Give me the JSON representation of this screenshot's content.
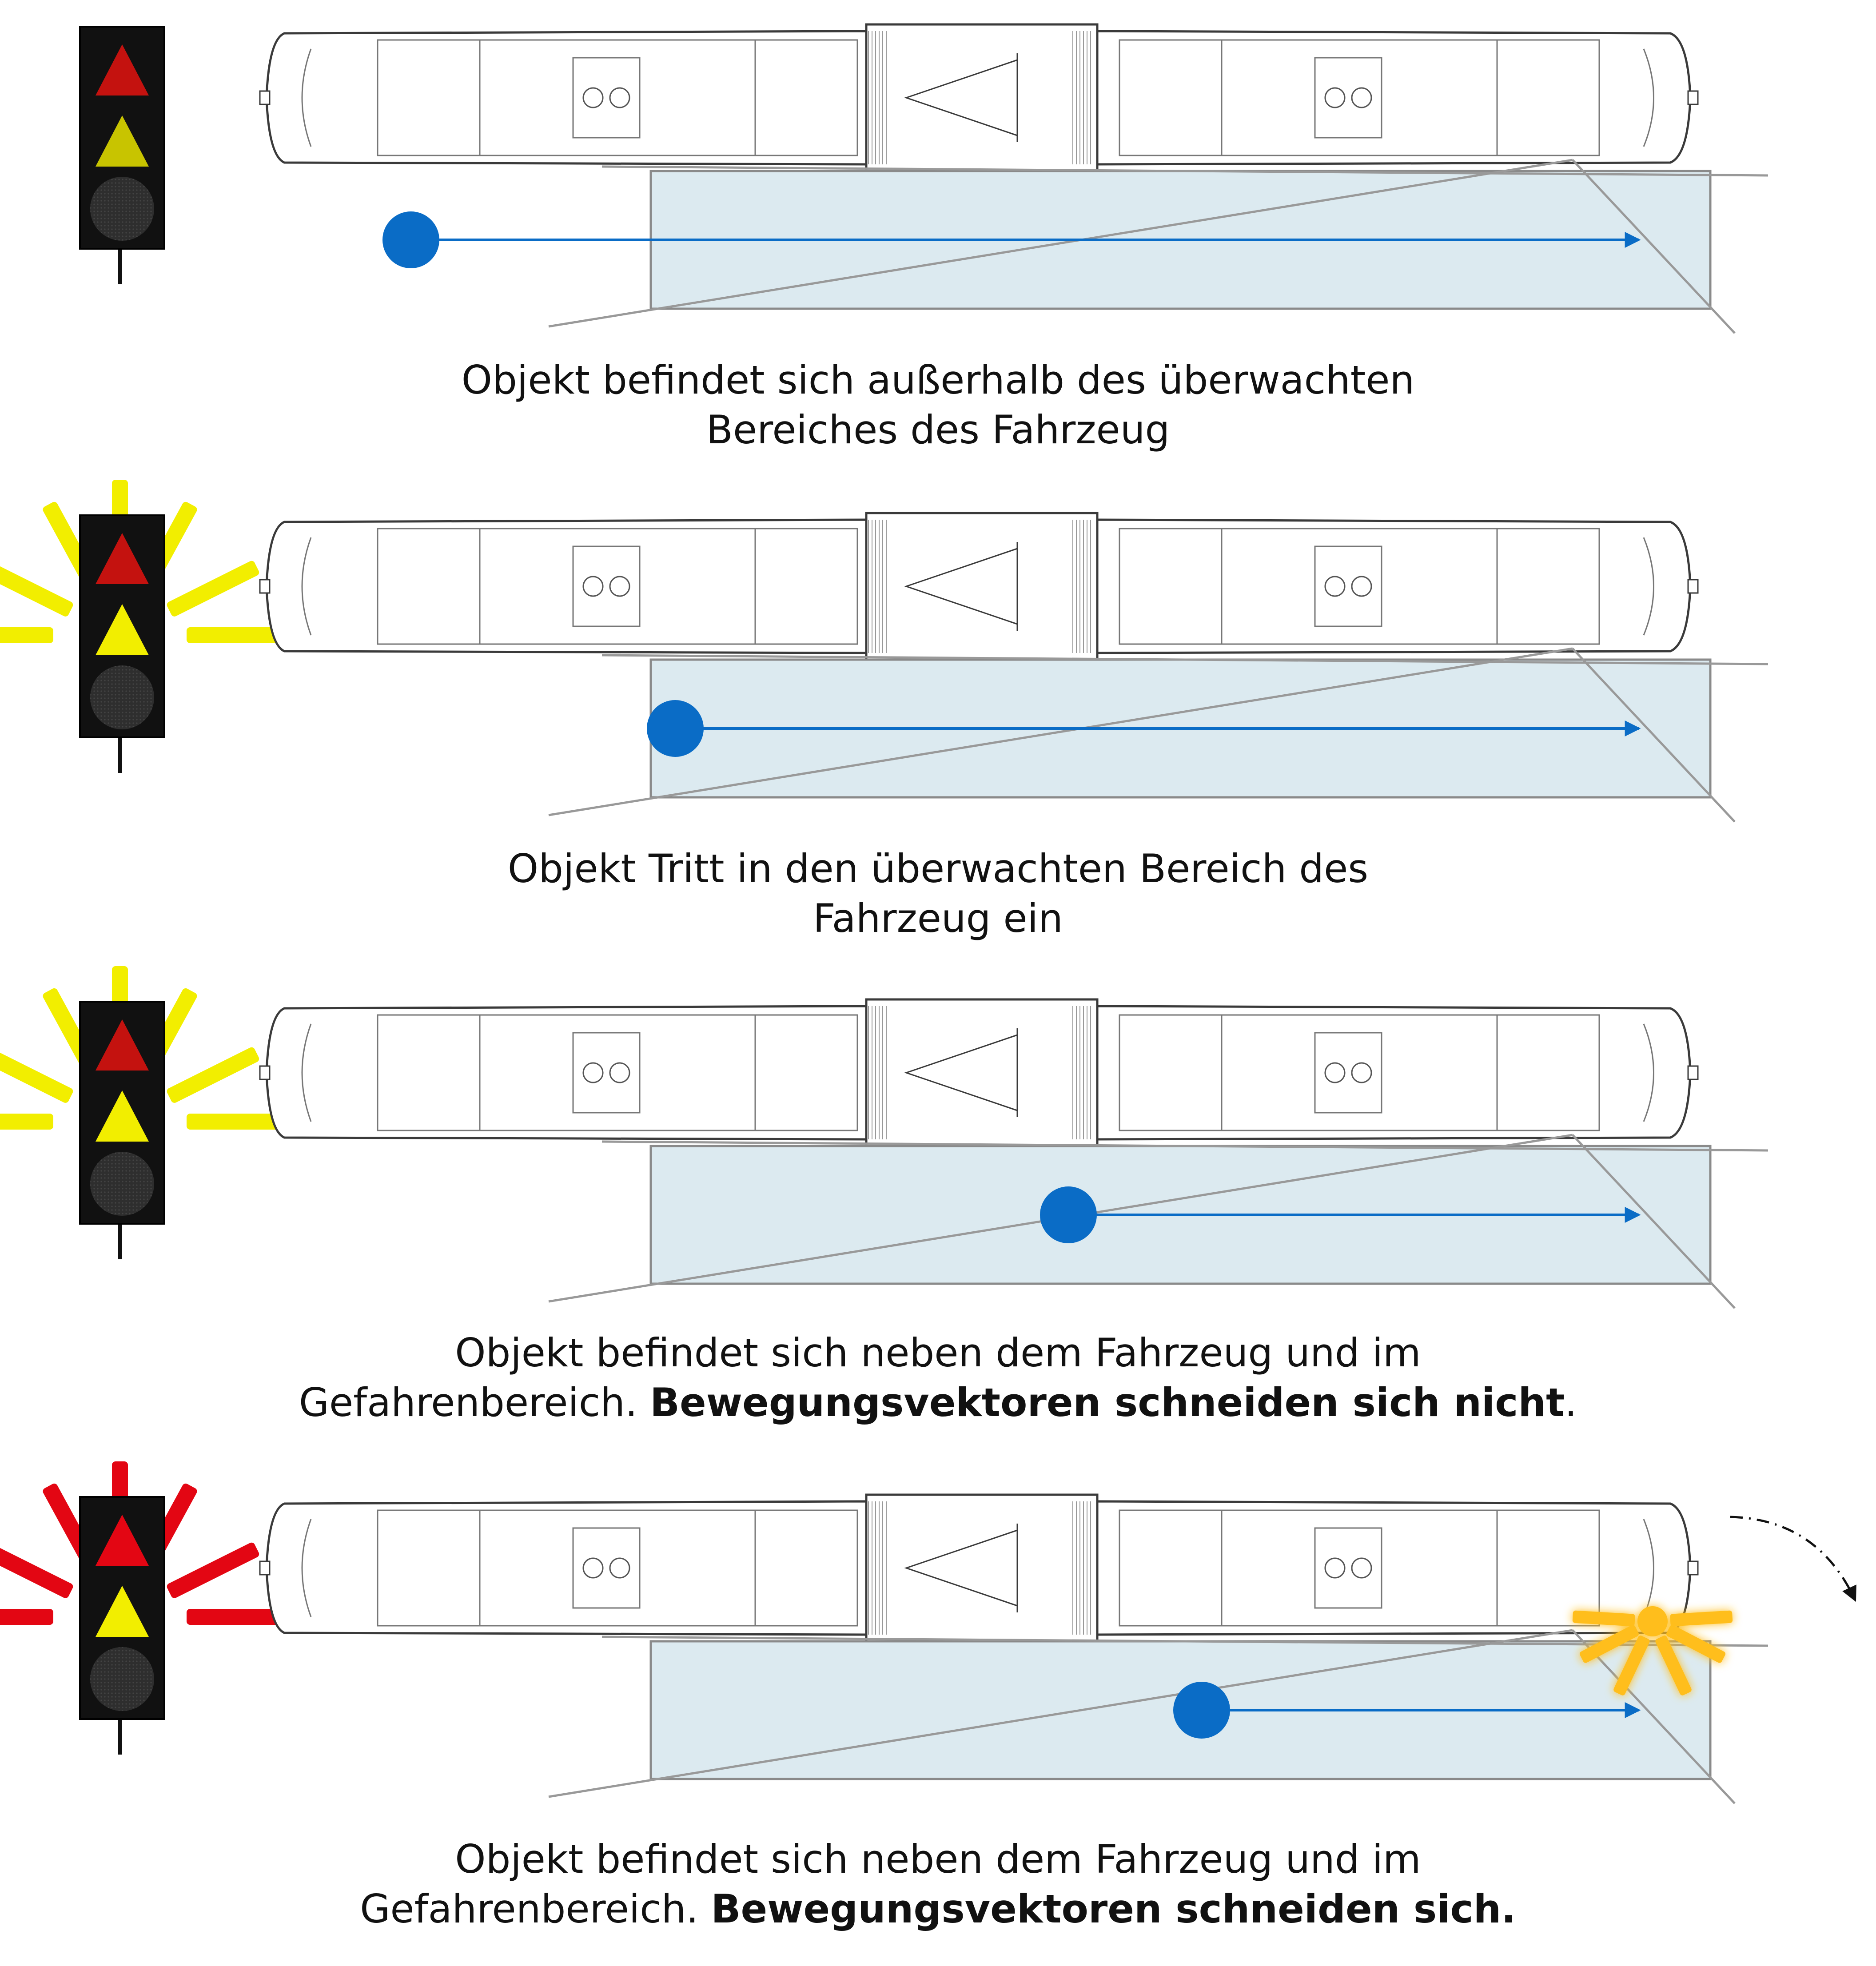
{
  "colors": {
    "light_red": "#E30613",
    "light_red_dim": "#C4120F",
    "light_yellow": "#F2EE00",
    "light_yellow_dim": "#C8C400",
    "light_off": "#3A3A3A",
    "signal_body": "#111111",
    "zone_fill": "#DCEAF0",
    "zone_stroke": "#8A8A8A",
    "object_blue": "#0A6CC6",
    "vector_line": "#0A6CC6",
    "warning_orange": "#FFBE1A",
    "tram_line": "#333333"
  },
  "panels": [
    {
      "id": "outside",
      "signal": {
        "red_state": "on-dim",
        "yellow_state": "on-dim",
        "green_state": "off",
        "burst": "none"
      },
      "object_position": "outside-zone",
      "caption": {
        "text": "Objekt befindet sich außerhalb des überwachten",
        "line2": "Bereiches des Fahrzeug",
        "bold": ""
      }
    },
    {
      "id": "entering",
      "signal": {
        "red_state": "on-dim",
        "yellow_state": "on",
        "green_state": "off",
        "burst": "yellow"
      },
      "object_position": "zone-entry",
      "caption": {
        "text": "Objekt Tritt in den überwachten Bereich des",
        "line2": "Fahrzeug ein",
        "bold": ""
      }
    },
    {
      "id": "inside-no-intersect",
      "signal": {
        "red_state": "on-dim",
        "yellow_state": "on",
        "green_state": "off",
        "burst": "yellow"
      },
      "object_position": "zone-middle",
      "caption": {
        "text": "Objekt befindet sich neben dem Fahrzeug und im",
        "line2": "Gefahrenbereich. ",
        "bold": "Bewegungsvektoren schneiden sich nicht",
        "tail": "."
      }
    },
    {
      "id": "inside-intersect",
      "signal": {
        "red_state": "on",
        "yellow_state": "on",
        "green_state": "off",
        "burst": "red"
      },
      "object_position": "zone-late",
      "warning_marker": "collision-burst",
      "tram_turn_arrow": "dash-dot-arrow",
      "caption": {
        "text": "Objekt befindet sich neben dem Fahrzeug und im",
        "line2": "Gefahrenbereich. ",
        "bold": "Bewegungsvektoren schneiden sich.",
        "tail": ""
      }
    }
  ]
}
